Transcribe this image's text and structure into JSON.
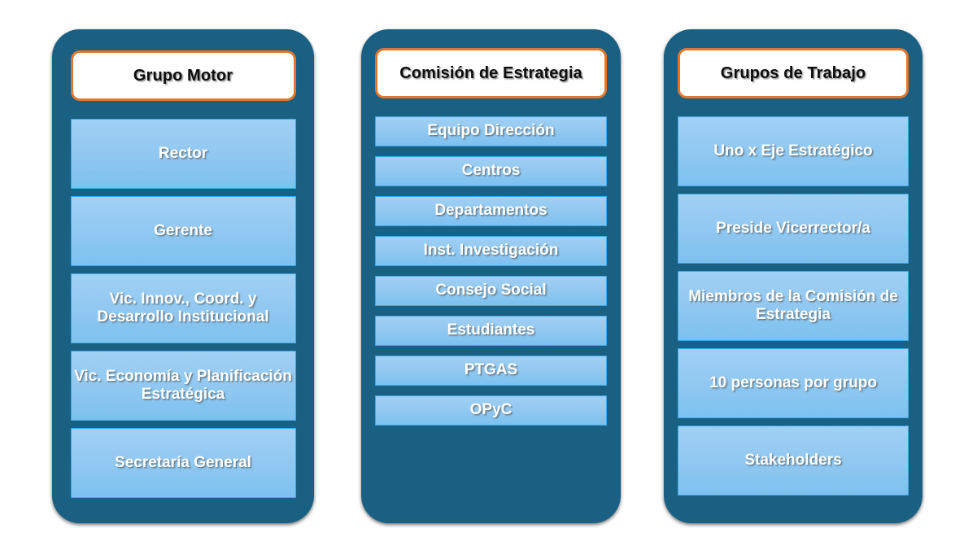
{
  "diagram": {
    "type": "three-column-grouping",
    "background_color": "#FFFFFF",
    "colors": {
      "container_fill": "#196083",
      "header_fill": "#FFFFFF",
      "header_border": "#E2762E",
      "header_text": "#0D0D0D",
      "item_fill_top": "#A0D0F4",
      "item_fill_bottom": "#7CC1EF",
      "item_border": "#3FA8E8",
      "item_text": "#FFFFFF"
    },
    "columns": [
      {
        "header": "Grupo Motor",
        "items": [
          "Rector",
          "Gerente",
          "Vic. Innov., Coord. y Desarrollo Institucional",
          "Vic. Economía y Planificación Estratégica",
          "Secretaría General"
        ]
      },
      {
        "header": "Comisión de Estrategia",
        "items": [
          "Equipo Dirección",
          "Centros",
          "Departamentos",
          "Inst. Investigación",
          "Consejo Social",
          "Estudiantes",
          "PTGAS",
          "OPyC"
        ]
      },
      {
        "header": "Grupos de Trabajo",
        "items": [
          "Uno x Eje Estratégico",
          "Preside Vicerrector/a",
          "Miembros de la Comisión de Estrategia",
          "10 personas por grupo",
          "Stakeholders"
        ]
      }
    ]
  }
}
